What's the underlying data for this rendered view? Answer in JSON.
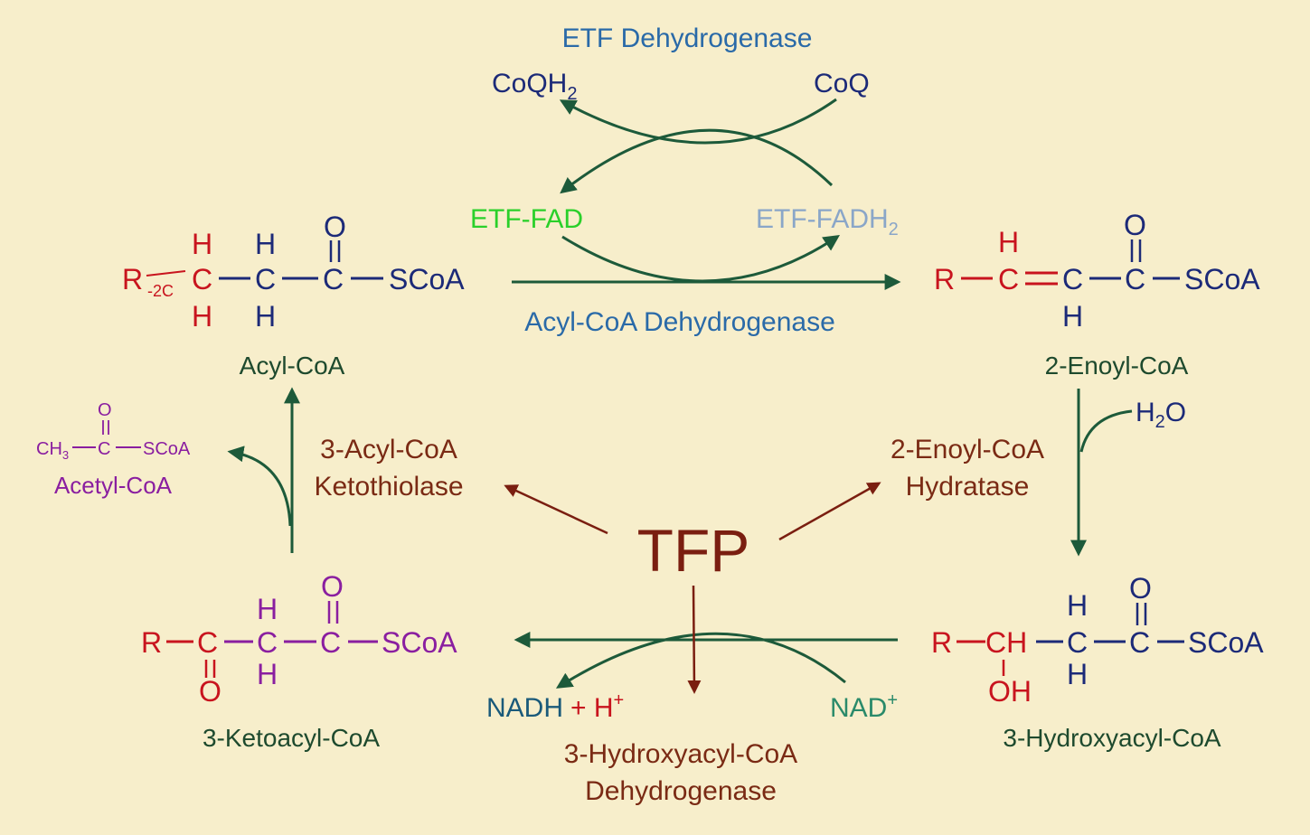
{
  "colors": {
    "background": "#f7eecb",
    "arrow_green": "#1d5a3a",
    "arrow_red": "#7a1e10",
    "navy": "#1c2a78",
    "red": "#c8141e",
    "purple": "#8a1ea0",
    "enzyme_blue": "#2a6aa8",
    "enzyme_brown": "#7a2a14",
    "etf_fad_green": "#2ad02a",
    "etf_fadh2_blue": "#8aa6c8",
    "label_green": "#1e4a2e",
    "nad_teal": "#2a8a6a",
    "nadh_teal": "#1a5a7a"
  },
  "enzymes": {
    "etf_dehydrogenase": "ETF Dehydrogenase",
    "acyl_coa_dehydrogenase": "Acyl-CoA Dehydrogenase",
    "enoyl_hydratase_1": "2-Enoyl-CoA",
    "enoyl_hydratase_2": "Hydratase",
    "ketothiolase_1": "3-Acyl-CoA",
    "ketothiolase_2": "Ketothiolase",
    "hydroxyacyl_dehydrogenase_1": "3-Hydroxyacyl-CoA",
    "hydroxyacyl_dehydrogenase_2": "Dehydrogenase",
    "tfp": "TFP"
  },
  "cofactors": {
    "coqh2": "CoQH",
    "coqh2_sub": "2",
    "coq": "CoQ",
    "etf_fad": "ETF-FAD",
    "etf_fadh2": "ETF-FADH",
    "etf_fadh2_sub": "2",
    "h2o_h": "H",
    "h2o_sub": "2",
    "h2o_o": "O",
    "nadh_a": "NADH",
    "nadh_b": "+ H",
    "nadh_plus": "+",
    "nad": "NAD",
    "nad_plus": "+"
  },
  "compounds": {
    "acyl_coa": "Acyl-CoA",
    "enoyl_coa": "2-Enoyl-CoA",
    "hydroxyacyl_coa": "3-Hydroxyacyl-CoA",
    "ketoacyl_coa": "3-Ketoacyl-CoA",
    "acetyl_coa": "Acetyl-CoA"
  },
  "atoms": {
    "R": "R",
    "minus2c": "-2C",
    "C": "C",
    "CH": "CH",
    "H": "H",
    "O": "O",
    "OH": "OH",
    "SCoA": "SCoA",
    "CH3": "CH",
    "CH3_sub": "3"
  }
}
